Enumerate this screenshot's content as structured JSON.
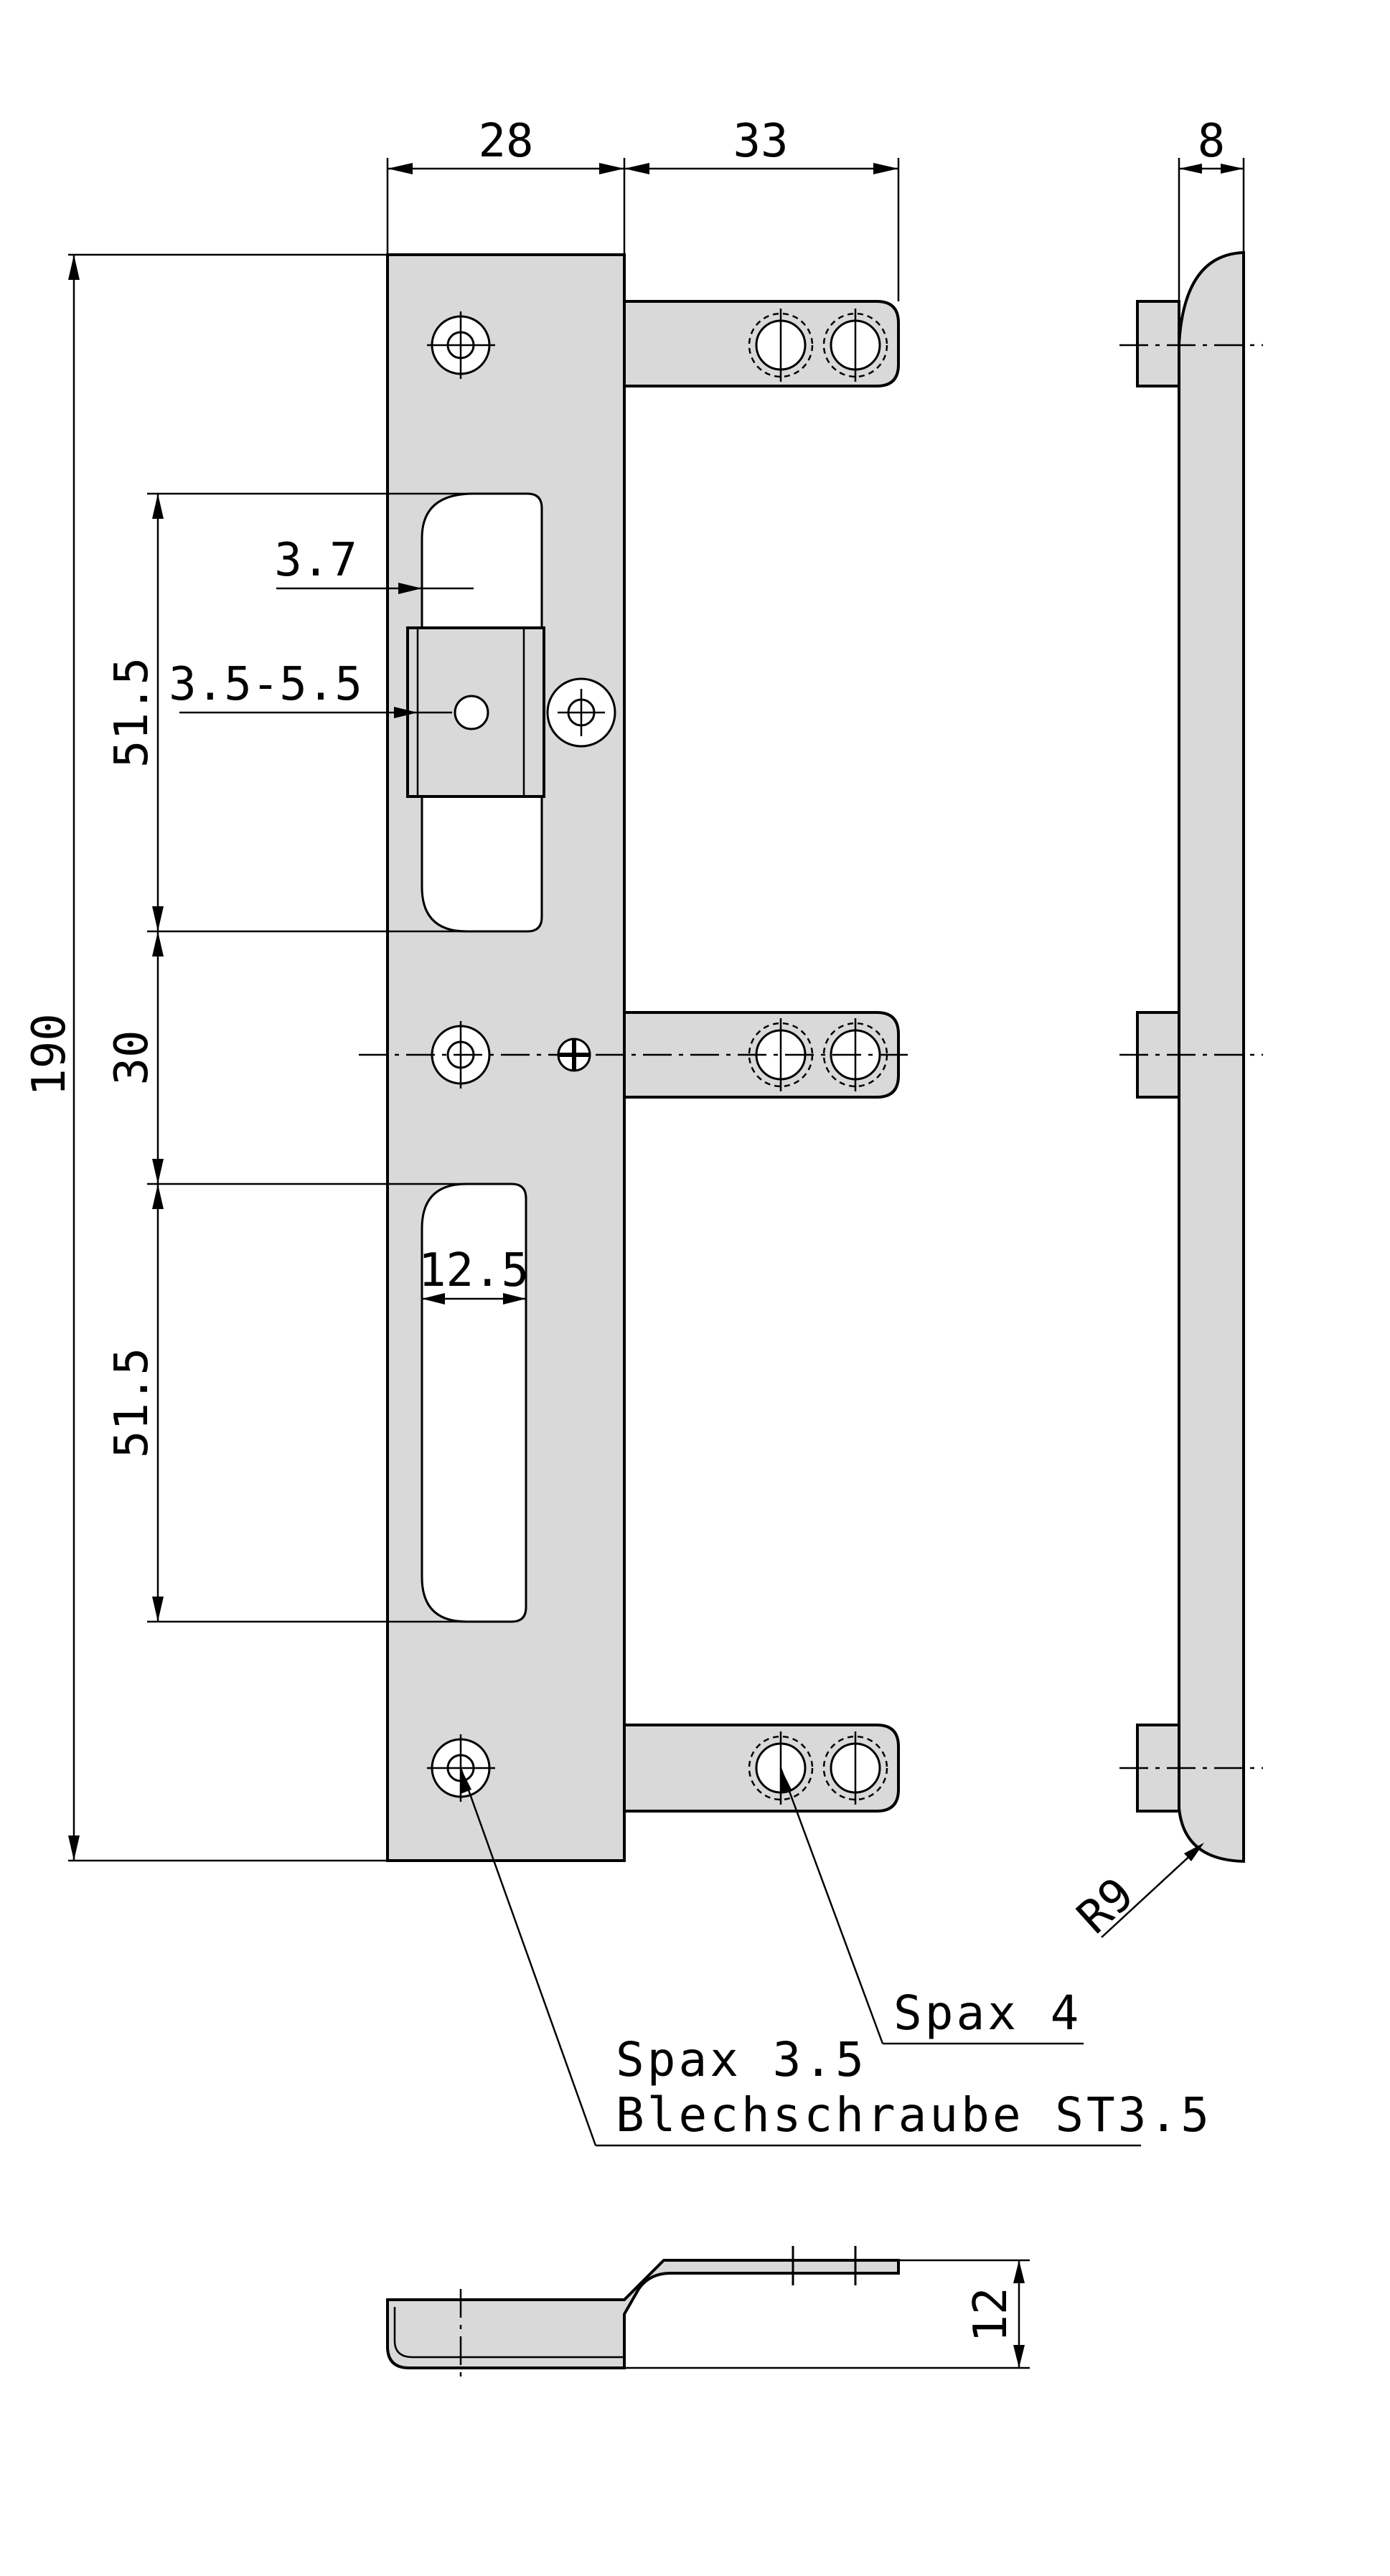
{
  "dimensions": {
    "width_plate": "28",
    "tab_length": "33",
    "thickness": "8",
    "total_height": "190",
    "slot_height_top": "51.5",
    "center_gap": "30",
    "slot_height_bottom": "51.5",
    "slot_offset": "3.7",
    "hole_diameter": "3.5-5.5",
    "slot_width": "12.5",
    "radius": "R9",
    "side_height": "12"
  },
  "notes": {
    "screw_tab": "Spax 4",
    "screw_plate_line1": "Spax 3.5",
    "screw_plate_line2": "Blechschraube ST3.5"
  }
}
